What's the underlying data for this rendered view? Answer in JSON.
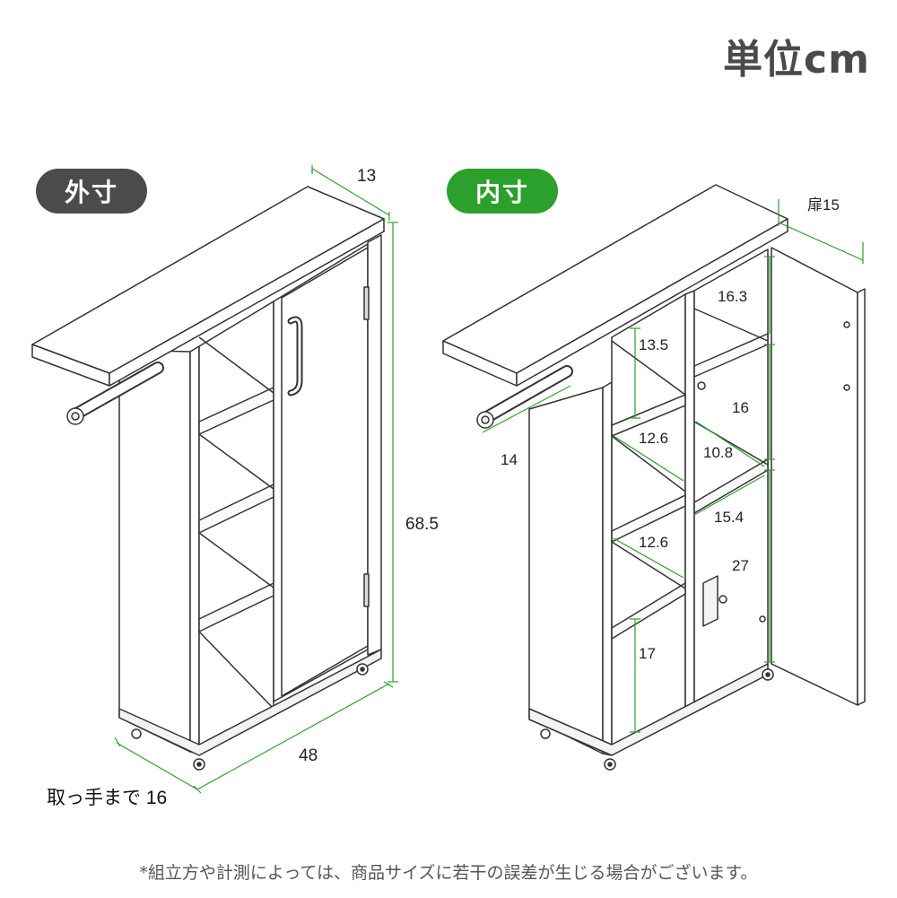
{
  "unit_label": "単位cm",
  "outer": {
    "badge": "外寸",
    "depth": "13",
    "height": "68.5",
    "width": "48",
    "to_handle": "取っ手まで 16"
  },
  "inner": {
    "badge": "内寸",
    "door": "扉15",
    "bar_depth": "14",
    "left_shelves": [
      "13.5",
      "12.6",
      "12.6",
      "17"
    ],
    "right_top": "16.3",
    "right_mid": "16",
    "right_shelf_depth": "10.8",
    "right_lower_depth": "15.4",
    "right_bottom": "27"
  },
  "note": "*組立方や計測によっては、商品サイズに若干の誤差が生じる場合がございます。",
  "colors": {
    "line": "#333333",
    "accent": "#2ca02c",
    "badge_dark": "#4b4b4b"
  }
}
